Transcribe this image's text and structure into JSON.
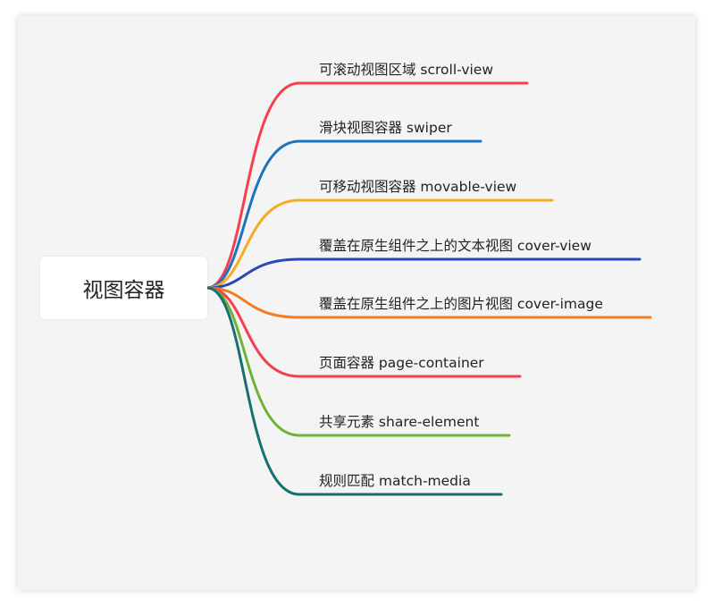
{
  "root": {
    "label": "视图容器"
  },
  "branches": [
    {
      "label": "可滚动视图区域 scroll-view",
      "color": "#f73e51"
    },
    {
      "label": "滑块视图容器 swiper",
      "color": "#1e73be"
    },
    {
      "label": "可移动视图容器 movable-view",
      "color": "#f5ac22"
    },
    {
      "label": "覆盖在原生组件之上的文本视图 cover-view",
      "color": "#2b47b8"
    },
    {
      "label": "覆盖在原生组件之上的图片视图 cover-image",
      "color": "#f57b1f"
    },
    {
      "label": "页面容器  page-container",
      "color": "#f73e51"
    },
    {
      "label": "共享元素 share-element",
      "color": "#6fb236"
    },
    {
      "label": "规则匹配 match-media",
      "color": "#16706e"
    }
  ]
}
